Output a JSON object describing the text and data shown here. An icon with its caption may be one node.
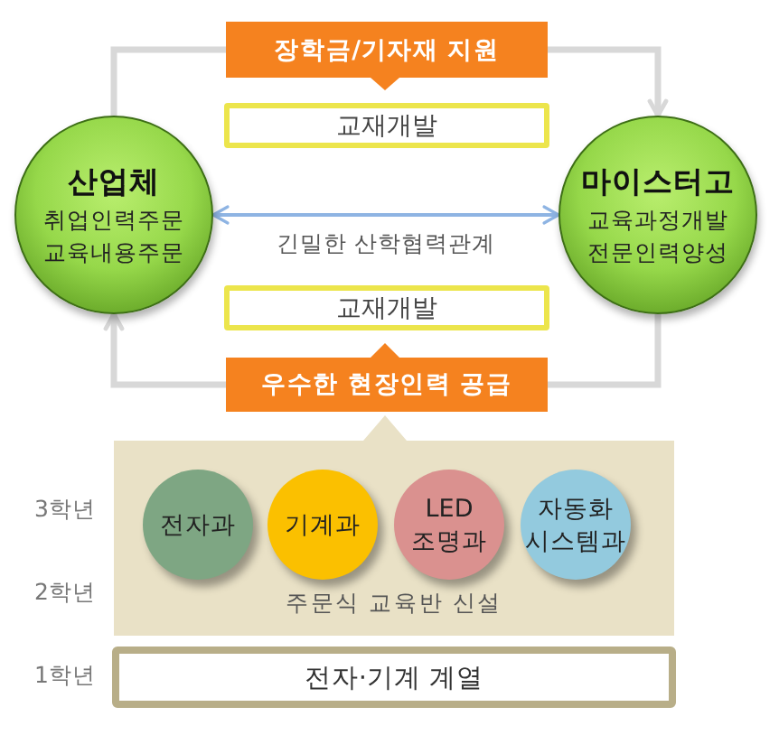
{
  "diagram": {
    "nodes": [
      {
        "text": [
          "장학금/기자재 지원"
        ]
      },
      {
        "text": [
          "교재개발"
        ]
      },
      {
        "text": [
          "산업체",
          "취업인력주문 교육내용주문"
        ]
      },
      {
        "text": [
          "마이스터고",
          "교육과정개발 전문인력양성"
        ]
      },
      {
        "text": [
          "교재개발"
        ]
      },
      {
        "text": [
          "우수한 현장인력 공급"
        ]
      },
      {
        "text": [
          "주문식 교육반 신설"
        ]
      },
      {
        "text": [
          "전자과"
        ],
        "in": 6
      },
      {
        "text": [
          "기계과"
        ],
        "in": 6
      },
      {
        "text": [
          "LED 조명과"
        ],
        "in": 6
      },
      {
        "text": [
          "자동화 시스템과"
        ],
        "in": 6
      },
      {
        "text": [
          "전자·기계 계열"
        ]
      }
    ],
    "edges": [
      {
        "from": 2,
        "to": 0,
        "arrow": "none"
      },
      {
        "from": 0,
        "to": 3,
        "arrow": "to"
      },
      {
        "from": 2,
        "to": 3,
        "arrow": "both",
        "label": "긴밀한 산학협력관계",
        "color": "#8eb4e3"
      },
      {
        "from": 3,
        "to": 5,
        "arrow": "none"
      },
      {
        "from": 5,
        "to": 2,
        "arrow": "to"
      }
    ],
    "labels": [
      "3학년",
      "2학년",
      "1학년"
    ]
  }
}
